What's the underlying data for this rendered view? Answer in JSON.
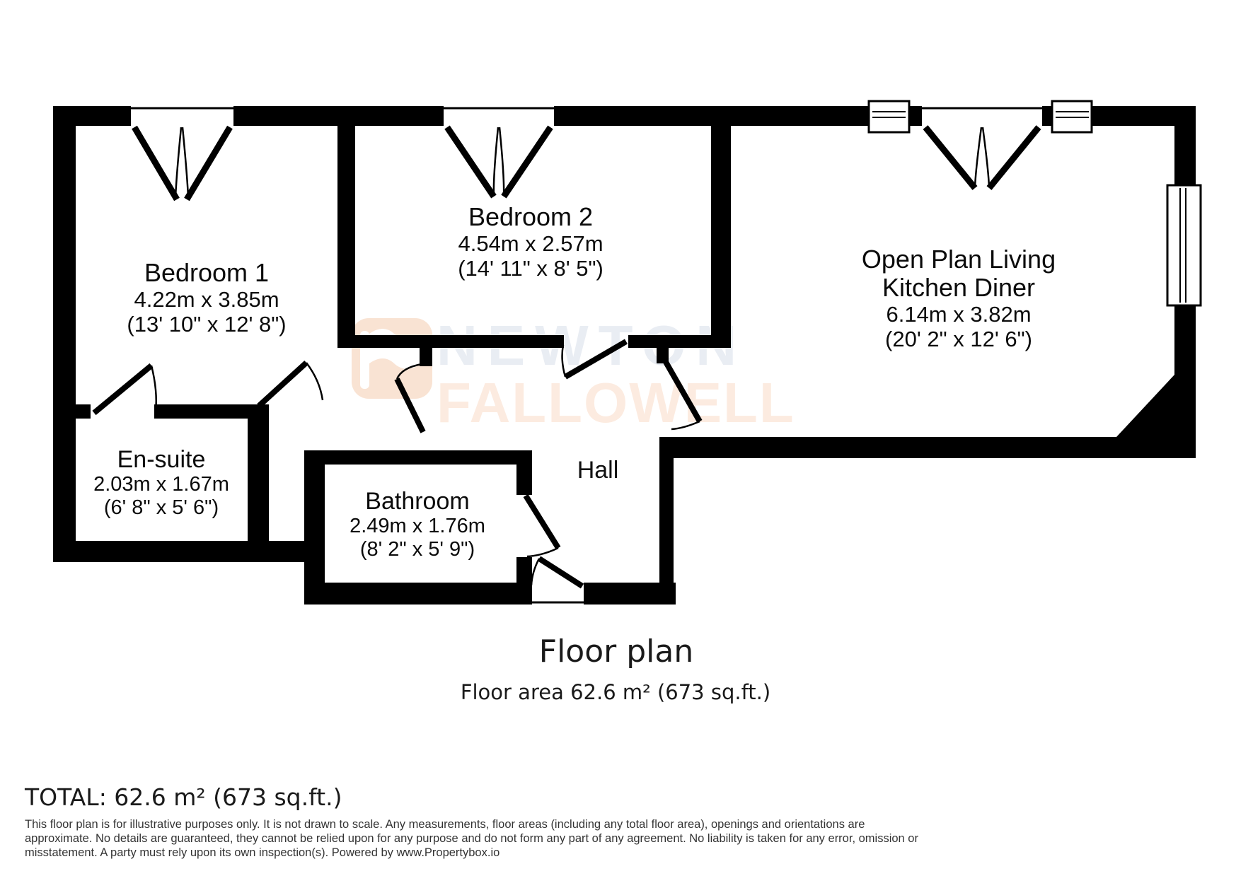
{
  "watermark": {
    "line1": "NEWTON",
    "line2": "FALLOWELL",
    "icon": "flag-logo-icon",
    "color_line1": "#e9edf3",
    "color_line2": "#fcebe0"
  },
  "rooms": {
    "bedroom1": {
      "name": "Bedroom 1",
      "metric": "4.22m x 3.85m",
      "imperial": "(13' 10\" x 12' 8\")"
    },
    "bedroom2": {
      "name": "Bedroom 2",
      "metric": "4.54m x 2.57m",
      "imperial": "(14' 11\" x 8' 5\")"
    },
    "living": {
      "name_line1": "Open Plan Living",
      "name_line2": "Kitchen Diner",
      "metric": "6.14m x 3.82m",
      "imperial": "(20' 2\" x 12' 6\")"
    },
    "ensuite": {
      "name": "En-suite",
      "metric": "2.03m x 1.67m",
      "imperial": "(6' 8\" x 5' 6\")"
    },
    "bathroom": {
      "name": "Bathroom",
      "metric": "2.49m x 1.76m",
      "imperial": "(8' 2\" x 5' 9\")"
    },
    "hall": {
      "name": "Hall"
    }
  },
  "title": "Floor plan",
  "subtitle": "Floor area 62.6 m² (673 sq.ft.)",
  "total": "TOTAL: 62.6 m² (673 sq.ft.)",
  "disclaimer": {
    "line1": "This floor plan is for illustrative purposes only. It is not drawn to scale. Any measurements, floor areas (including any total floor area), openings and orientations are",
    "line2": "approximate. No details are guaranteed, they cannot be relied upon for any purpose and do not form any part of any agreement. No liability is taken for any error, omission or",
    "line3": "misstatement. A party must rely upon its own inspection(s). Powered by www.Propertybox.io"
  },
  "colors": {
    "wall": "#000000",
    "background": "#ffffff"
  }
}
